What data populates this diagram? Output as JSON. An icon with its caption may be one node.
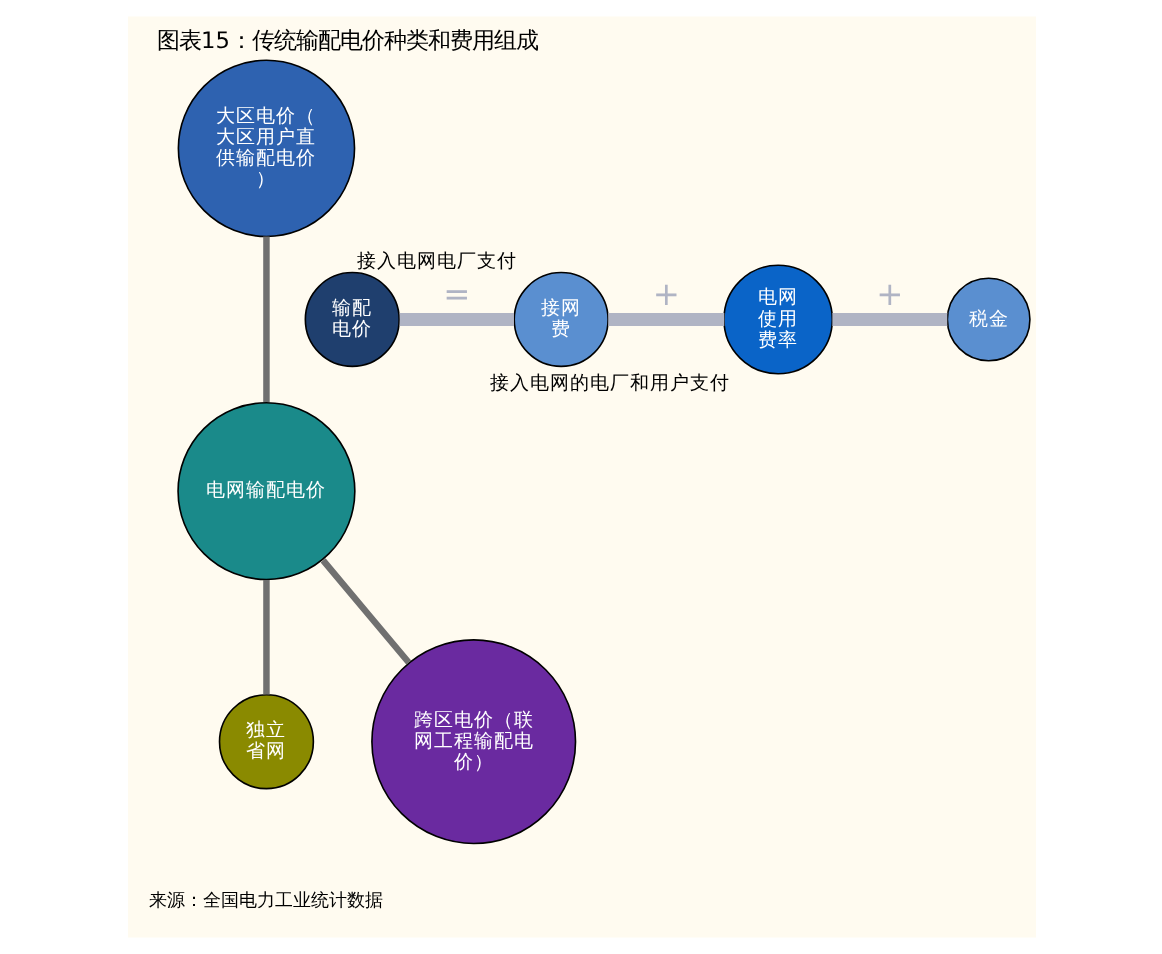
{
  "diagram": {
    "title": "图表15：传统输配电价种类和费用组成",
    "caption": "来源：全国电力工业统计数据",
    "nodes": [
      {
        "text": [
          "独立省网"
        ]
      },
      {
        "text": [
          "电网输配电价"
        ]
      },
      {
        "text": [
          "大区电价（大区用户直供输配电价）"
        ]
      },
      {
        "text": [
          "跨区电价（联网工程输配电价）"
        ]
      },
      {
        "text": [
          "输配电价"
        ]
      },
      {
        "text": [
          "接网费"
        ],
        "beside": [
          "接入电网电厂支付"
        ]
      },
      {
        "text": [
          "电网使用费率"
        ],
        "beside": [
          "接入电网的电厂和用户支付"
        ]
      },
      {
        "text": [
          "税金"
        ]
      }
    ],
    "edges": [
      {
        "from": 1,
        "to": 0,
        "arrow": "none"
      },
      {
        "from": 2,
        "to": 1,
        "arrow": "none"
      },
      {
        "from": 1,
        "to": 3,
        "arrow": "none"
      },
      {
        "from": 4,
        "to": 5,
        "arrow": "none",
        "label": "=",
        "style": "thick",
        "color": "#b0b4c4"
      },
      {
        "from": 5,
        "to": 6,
        "arrow": "none",
        "label": "+",
        "style": "thick",
        "color": "#b0b4c4"
      },
      {
        "from": 6,
        "to": 7,
        "arrow": "none",
        "label": "+",
        "style": "thick",
        "color": "#b0b4c4"
      }
    ]
  }
}
